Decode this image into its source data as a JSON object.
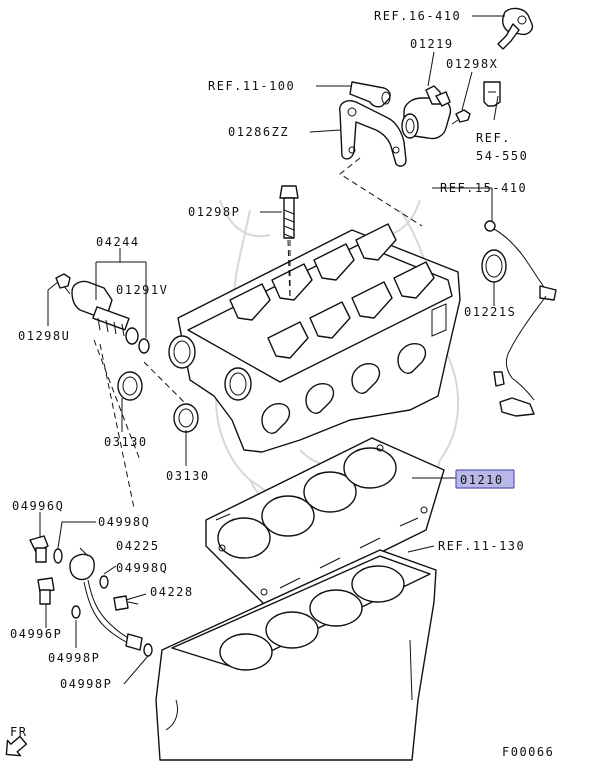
{
  "diagram": {
    "labels": {
      "ref_16_410": "REF.16-410",
      "p01219": "01219",
      "p01298x": "01298X",
      "ref_11_100": "REF.11-100",
      "ref_54_550_a": "REF.",
      "ref_54_550_b": "54-550",
      "p01286zz": "01286ZZ",
      "ref_15_410": "REF.15-410",
      "p01298p": "01298P",
      "p04244": "04244",
      "p01291v": "01291V",
      "p01221s": "01221S",
      "p01298u": "01298U",
      "p03130_a": "03130",
      "p03130_b": "03130",
      "p01210": "01210",
      "p04996q": "04996Q",
      "p04998q_a": "04998Q",
      "p04225": "04225",
      "ref_11_130": "REF.11-130",
      "p04998q_b": "04998Q",
      "p04228": "04228",
      "p04996p": "04996P",
      "p04998p_a": "04998P",
      "p04998p_b": "04998P",
      "fr": "FR",
      "figure_id": "F00066"
    },
    "colors": {
      "highlight_fill": "#b8b8e8",
      "highlight_border": "#5a5ab0",
      "line": "#111111"
    }
  }
}
